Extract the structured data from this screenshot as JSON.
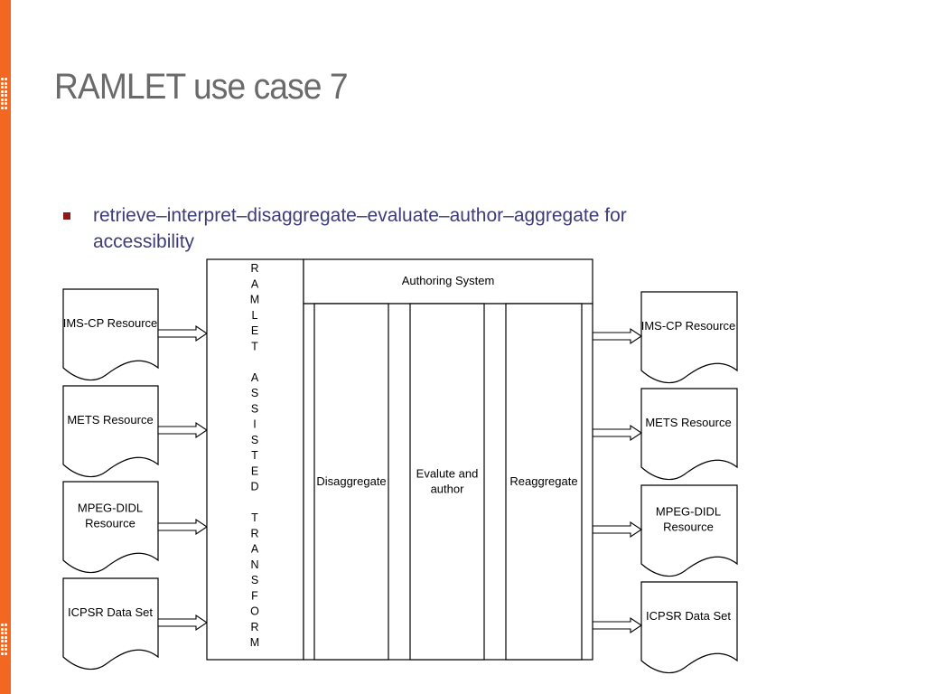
{
  "slide": {
    "title": "RAMLET use case 7",
    "bullet": "retrieve–interpret–disaggregate–evaluate–author–aggregate for accessibility",
    "accent_color": "#f26722",
    "bullet_color": "#8b1a1a",
    "text_color": "#3c3c78"
  },
  "diagram": {
    "input_resources": [
      [
        "IMS-CP Resource"
      ],
      [
        "METS Resource"
      ],
      [
        "MPEG-DIDL",
        "Resource"
      ],
      [
        "ICPSR Data Set"
      ]
    ],
    "output_resources": [
      [
        "IMS-CP Resource"
      ],
      [
        "METS Resource"
      ],
      [
        "MPEG-DIDL",
        "Resource"
      ],
      [
        "ICPSR Data Set"
      ]
    ],
    "transform_letters": [
      "R",
      "A",
      "M",
      "L",
      "E",
      "T",
      "",
      "A",
      "S",
      "S",
      "I",
      "S",
      "T",
      "E",
      "D",
      "",
      "T",
      "R",
      "A",
      "N",
      "S",
      "F",
      "O",
      "R",
      "M"
    ],
    "authoring_system": "Authoring System",
    "stages": [
      [
        "Disaggregate"
      ],
      [
        "Evalute and",
        "author"
      ],
      [
        "Reaggregate"
      ]
    ]
  }
}
